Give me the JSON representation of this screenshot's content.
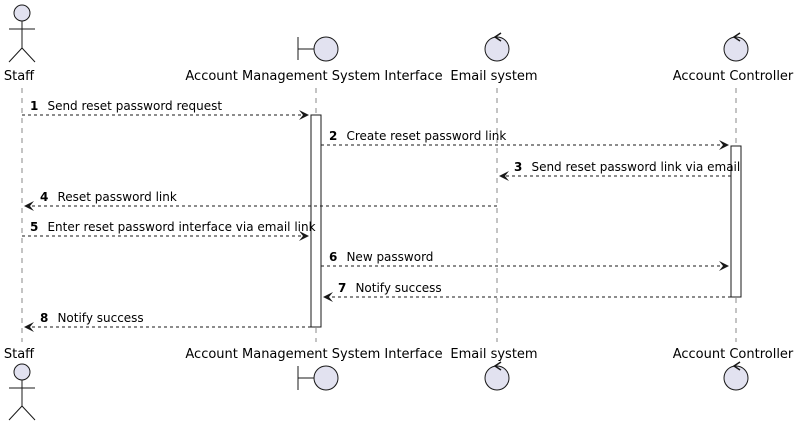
{
  "diagram": {
    "type": "sequence",
    "colors": {
      "participant_fill": "#E2E2F0",
      "stroke": "#181818",
      "lifeline": "#888888",
      "activation_fill": "#ffffff",
      "background": "#ffffff"
    },
    "participants": [
      {
        "id": "staff",
        "name": "Staff",
        "kind": "actor"
      },
      {
        "id": "ami",
        "name": "Account Management System Interface",
        "kind": "boundary"
      },
      {
        "id": "email",
        "name": "Email system",
        "kind": "control"
      },
      {
        "id": "ac",
        "name": "Account Controller",
        "kind": "control"
      }
    ],
    "messages": [
      {
        "num": "1",
        "label": "Send reset password request",
        "from": "staff",
        "to": "ami"
      },
      {
        "num": "2",
        "label": "Create reset password link",
        "from": "ami",
        "to": "ac"
      },
      {
        "num": "3",
        "label": "Send reset password link via email",
        "from": "ac",
        "to": "email"
      },
      {
        "num": "4",
        "label": "Reset password link",
        "from": "email",
        "to": "staff"
      },
      {
        "num": "5",
        "label": "Enter reset password interface via email link",
        "from": "staff",
        "to": "ami"
      },
      {
        "num": "6",
        "label": "New password",
        "from": "ami",
        "to": "ac"
      },
      {
        "num": "7",
        "label": "Notify success",
        "from": "ac",
        "to": "ami"
      },
      {
        "num": "8",
        "label": "Notify success",
        "from": "ami",
        "to": "staff"
      }
    ]
  }
}
